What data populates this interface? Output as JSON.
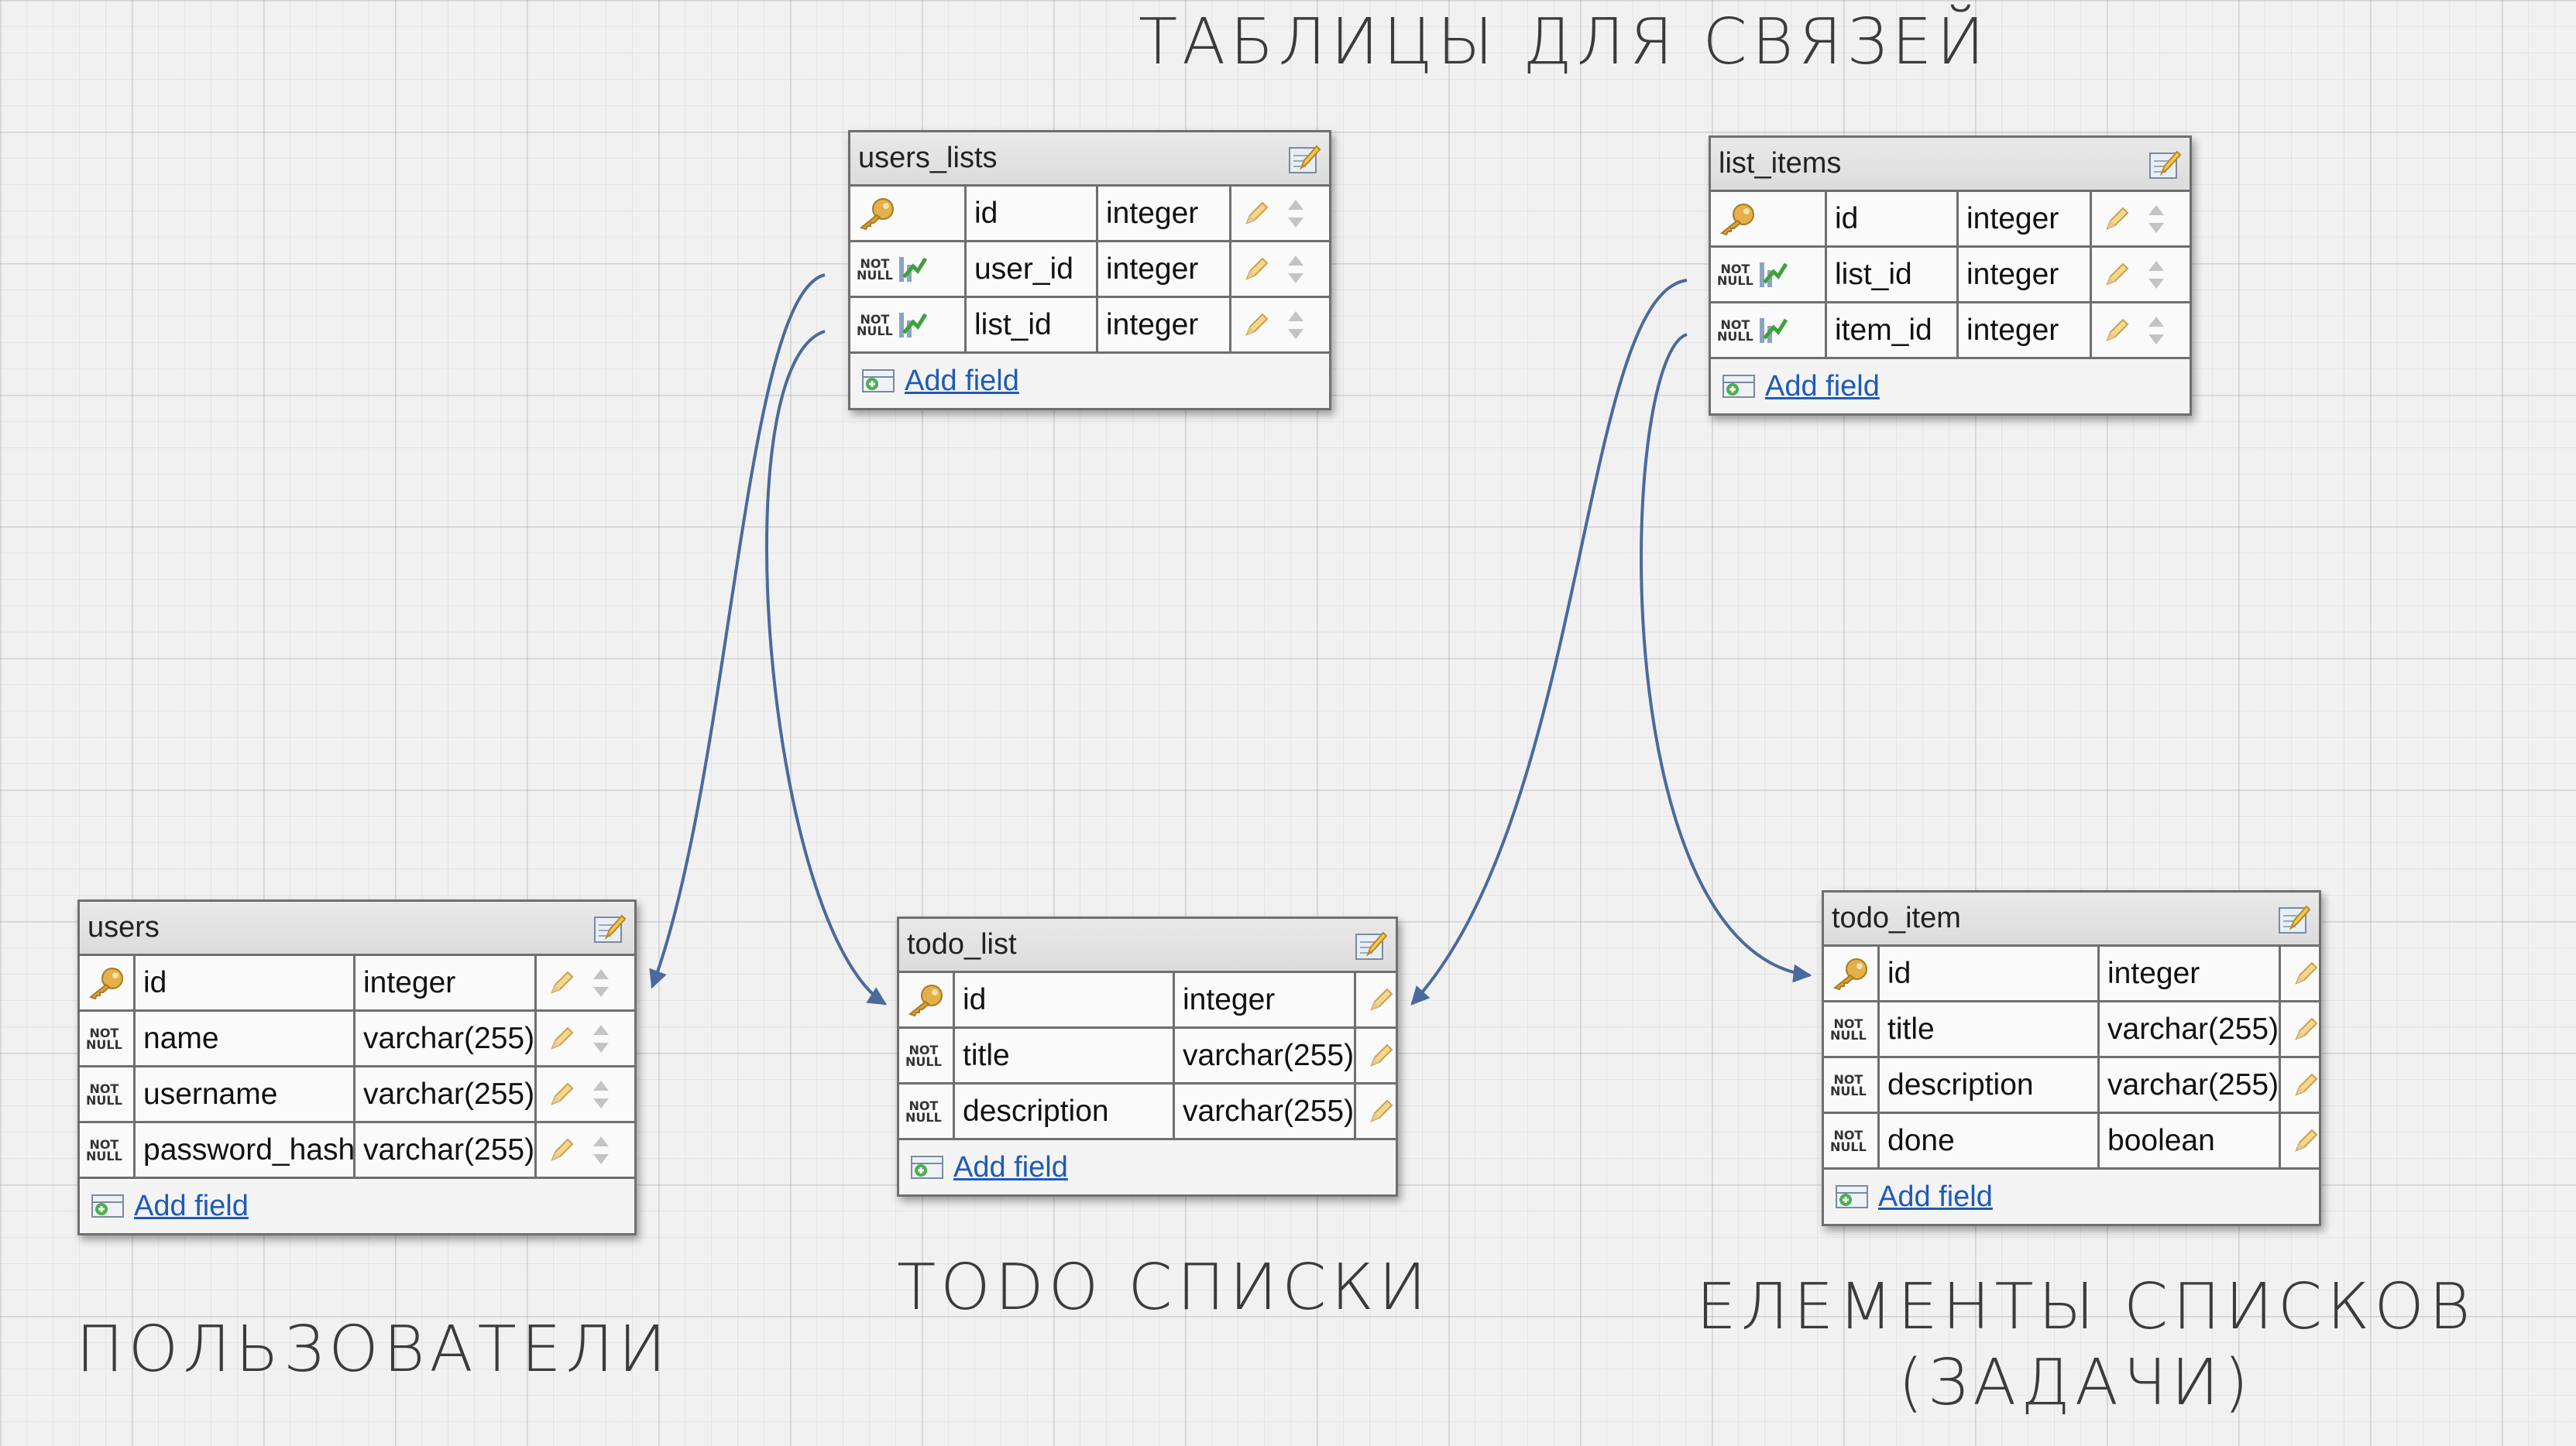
{
  "captions": {
    "top": "ТАБЛИЦЫ ДЛЯ СВЯЗЕЙ",
    "users": "ПОЛЬЗОВАТЕЛИ",
    "todo_list": "TODO СПИСКИ",
    "todo_item_line1": "ЕЛЕМЕНТЫ СПИСКОВ",
    "todo_item_line2": "(ЗАДАЧИ)"
  },
  "add_field_label": "Add field",
  "not_null_label": "NOT\nNULL",
  "colors": {
    "link_line": "#4a6a9a",
    "add_link": "#1e5bb8",
    "border": "#6f6f6f"
  },
  "tables": {
    "users_lists": {
      "name": "users_lists",
      "fields": [
        {
          "name": "id",
          "type": "integer",
          "flag": "key"
        },
        {
          "name": "user_id",
          "type": "integer",
          "flag": "fk"
        },
        {
          "name": "list_id",
          "type": "integer",
          "flag": "fk"
        }
      ]
    },
    "list_items": {
      "name": "list_items",
      "fields": [
        {
          "name": "id",
          "type": "integer",
          "flag": "key"
        },
        {
          "name": "list_id",
          "type": "integer",
          "flag": "fk"
        },
        {
          "name": "item_id",
          "type": "integer",
          "flag": "fk"
        }
      ]
    },
    "users": {
      "name": "users",
      "fields": [
        {
          "name": "id",
          "type": "integer",
          "flag": "key"
        },
        {
          "name": "name",
          "type": "varchar(255)",
          "flag": "notnull"
        },
        {
          "name": "username",
          "type": "varchar(255)",
          "flag": "notnull"
        },
        {
          "name": "password_hash",
          "type": "varchar(255)",
          "flag": "notnull"
        }
      ]
    },
    "todo_list": {
      "name": "todo_list",
      "fields": [
        {
          "name": "id",
          "type": "integer",
          "flag": "key"
        },
        {
          "name": "title",
          "type": "varchar(255)",
          "flag": "notnull"
        },
        {
          "name": "description",
          "type": "varchar(255)",
          "flag": "notnull"
        }
      ]
    },
    "todo_item": {
      "name": "todo_item",
      "fields": [
        {
          "name": "id",
          "type": "integer",
          "flag": "key"
        },
        {
          "name": "title",
          "type": "varchar(255)",
          "flag": "notnull"
        },
        {
          "name": "description",
          "type": "varchar(255)",
          "flag": "notnull"
        },
        {
          "name": "done",
          "type": "boolean",
          "flag": "notnull"
        }
      ]
    }
  },
  "relations": [
    {
      "from": "users_lists.user_id",
      "to": "users.id"
    },
    {
      "from": "users_lists.list_id",
      "to": "todo_list.id"
    },
    {
      "from": "list_items.list_id",
      "to": "todo_list.id"
    },
    {
      "from": "list_items.item_id",
      "to": "todo_item.id"
    }
  ]
}
